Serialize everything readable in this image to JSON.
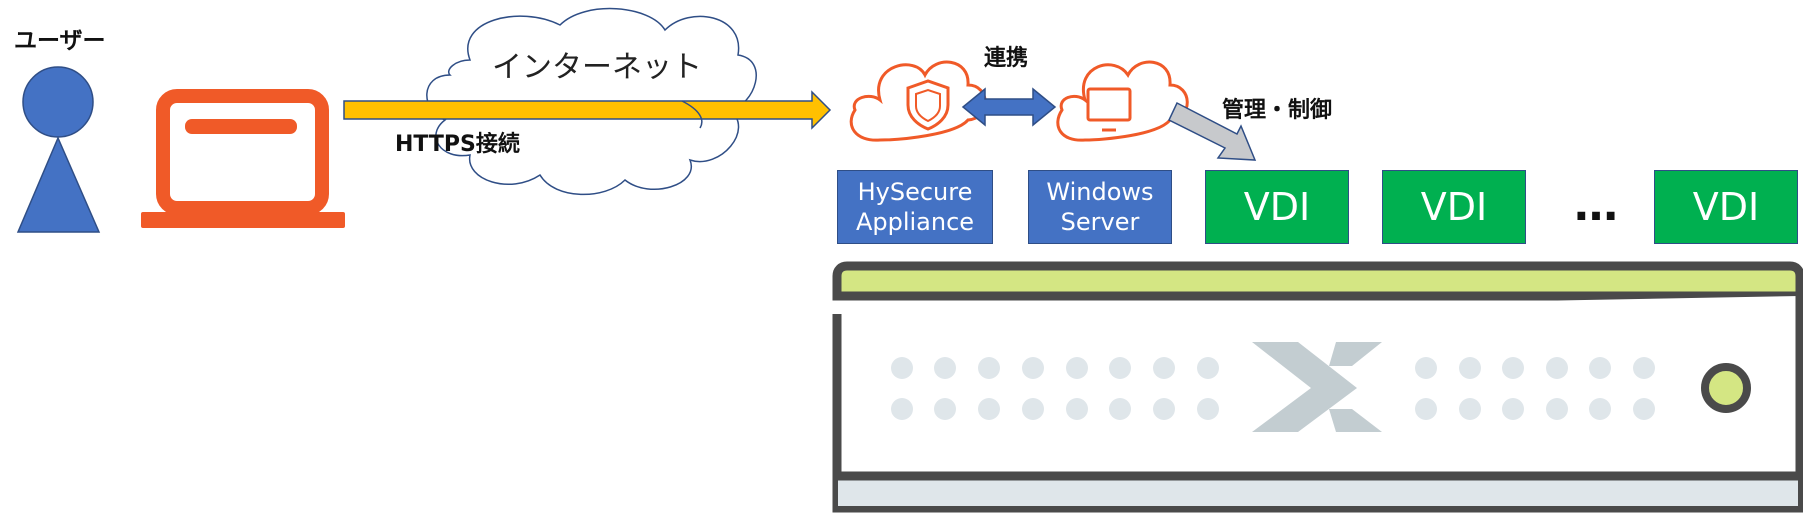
{
  "user_label": "ユーザー",
  "internet_label": "インターネット",
  "https_label": "HTTPS接続",
  "link_label": "連携",
  "manage_label": "管理・制御",
  "components": {
    "hysecure": [
      "HySecure",
      "Appliance"
    ],
    "windows": [
      "Windows",
      "Server"
    ]
  },
  "vdi": [
    "VDI",
    "VDI",
    "VDI"
  ],
  "ellipsis": "…",
  "colors": {
    "user_blue": "#4472c4",
    "laptop_orange": "#f05a28",
    "arrow_yellow": "#ffc000",
    "box_blue": "#4472c4",
    "box_green": "#00b050",
    "server_lime": "#d4e683",
    "server_dark": "#4a4a4a",
    "logo_grey": "#c3cdd1"
  }
}
